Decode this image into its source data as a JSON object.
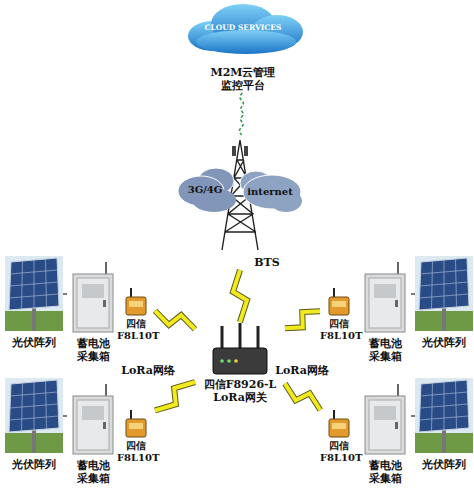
{
  "diagram": {
    "nodes": [
      {
        "text": [
          "CLOUD SERVICES",
          "M2M云管理 监控平台"
        ]
      },
      {
        "text": [
          "3G/4G",
          "internet",
          "BTS"
        ]
      },
      {
        "text": [
          "光伏阵列"
        ]
      },
      {
        "text": [
          "蓄电池 采集箱"
        ]
      },
      {
        "text": [
          "四信 F8L10T"
        ]
      },
      {
        "text": [
          "四信 F8L10T"
        ]
      },
      {
        "text": [
          "蓄电池 采集箱"
        ]
      },
      {
        "text": [
          "光伏阵列"
        ]
      },
      {
        "text": [
          "四信F8926-L LoRa网关"
        ]
      },
      {
        "text": [
          "光伏阵列"
        ]
      },
      {
        "text": [
          "蓄电池 采集箱"
        ]
      },
      {
        "text": [
          "四信 F8L10T"
        ]
      },
      {
        "text": [
          "四信 F8L10T"
        ]
      },
      {
        "text": [
          "蓄电池 采集箱"
        ]
      },
      {
        "text": [
          "光伏阵列"
        ]
      }
    ],
    "edges": [
      {
        "from": 0,
        "to": 1,
        "arrow": "none"
      },
      {
        "from": 1,
        "to": 8,
        "arrow": "none"
      },
      {
        "from": 8,
        "to": 4,
        "arrow": "none"
      },
      {
        "from": 8,
        "to": 5,
        "arrow": "none"
      },
      {
        "from": 8,
        "to": 11,
        "arrow": "none"
      },
      {
        "from": 8,
        "to": 12,
        "arrow": "none"
      },
      {
        "from": 2,
        "to": 3,
        "arrow": "none"
      },
      {
        "from": 7,
        "to": 6,
        "arrow": "none"
      },
      {
        "from": 9,
        "to": 10,
        "arrow": "none"
      },
      {
        "from": 14,
        "to": 13,
        "arrow": "none"
      }
    ],
    "labels": [
      "LoRa网络",
      "LoRa网络"
    ]
  }
}
